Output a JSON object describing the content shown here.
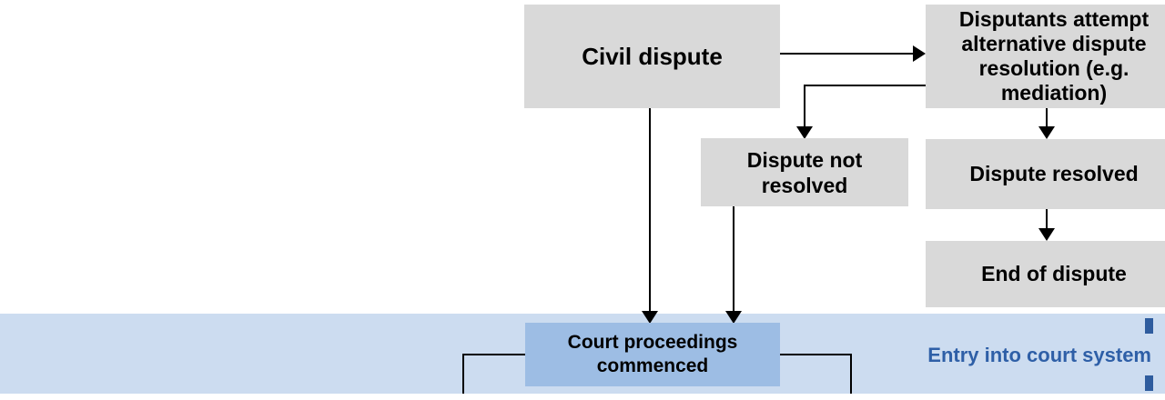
{
  "boxes": {
    "civil_dispute": {
      "label": "Civil dispute",
      "fill": "#d9d9d9"
    },
    "adr": {
      "label": "Disputants attempt alternative dispute resolution (e.g. mediation)",
      "fill": "#d9d9d9"
    },
    "dispute_not_resolved": {
      "label": "Dispute not resolved",
      "fill": "#d9d9d9"
    },
    "dispute_resolved": {
      "label": "Dispute resolved",
      "fill": "#d9d9d9"
    },
    "end_of_dispute": {
      "label": "End of dispute",
      "fill": "#d9d9d9"
    },
    "court_proceedings_commenced": {
      "label": "Court proceedings commenced",
      "fill": "#9dbde4"
    }
  },
  "band": {
    "label": "Entry into court system",
    "background": "#ccdcf0",
    "text_color": "#2e5fa7",
    "edge_dash_color": "#2e5c9e"
  },
  "connections": [
    {
      "from": "civil_dispute",
      "to": "adr"
    },
    {
      "from": "civil_dispute",
      "to": "court_proceedings_commenced"
    },
    {
      "from": "adr",
      "to": "dispute_not_resolved"
    },
    {
      "from": "adr",
      "to": "dispute_resolved"
    },
    {
      "from": "dispute_resolved",
      "to": "end_of_dispute"
    },
    {
      "from": "dispute_not_resolved",
      "to": "court_proceedings_commenced"
    }
  ],
  "colors": {
    "box_gray": "#d9d9d9",
    "court_box_blue": "#9dbde4",
    "band_blue": "#ccdcf0",
    "band_text_blue": "#2e5fa7",
    "connector_black": "#000000",
    "background_white": "#ffffff"
  }
}
